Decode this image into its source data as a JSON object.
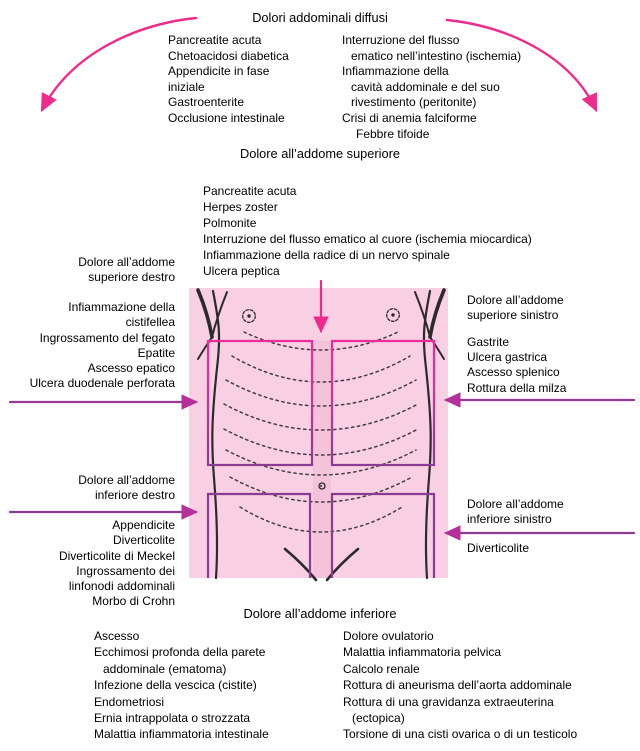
{
  "colors": {
    "magenta": "#ee2a8c",
    "purple": "#8a3b92",
    "arrowhead_violet": "#b5309a",
    "pink_bg": "#f8cfe3",
    "pink_strip": "#f4c3da",
    "line_art": "#2b2b2b",
    "text": "#000000"
  },
  "diffuse": {
    "title": "Dolori addominali diffusi",
    "left": [
      "Pancreatite acuta",
      "Chetoacidosi diabetica",
      "Appendicite in fase",
      "iniziale",
      "Gastroenterite",
      "Occlusione intestinale"
    ],
    "right": [
      "Interruzione del flusso",
      "ematico nell’intestino (ischemia)",
      "Infiammazione della",
      "cavità addominale e del suo",
      "rivestimento (peritonite)",
      "Crisi di anemia falciforme",
      "Febbre tifoide"
    ]
  },
  "upper_center": {
    "title": "Dolore all’addome superiore",
    "causes": [
      "Pancreatite acuta",
      "Herpes zoster",
      "Polmonite",
      "Interruzione del flusso ematico al cuore (ischemia miocardica)",
      "Infiammazione della radice di un nervo spinale",
      "Ulcera peptica"
    ]
  },
  "quadrants": {
    "upper_right": {
      "title": [
        "Dolore all’addome",
        "superiore destro"
      ],
      "causes": [
        "Infiammazione della",
        "cistifellea",
        "Ingrossamento del fegato",
        "Epatite",
        "Ascesso epatico",
        "Ulcera duodenale perforata"
      ]
    },
    "upper_left": {
      "title": [
        "Dolore all’addome",
        "superiore sinistro"
      ],
      "causes": [
        "Gastrite",
        "Ulcera gastrica",
        "Ascesso splenico",
        "Rottura della milza"
      ]
    },
    "lower_right": {
      "title": [
        "Dolore all’addome",
        "inferiore destro"
      ],
      "causes": [
        "Appendicite",
        "Diverticolite",
        "Diverticolite di Meckel",
        "Ingrossamento dei",
        "linfonodi addominali",
        "Morbo di Crohn"
      ]
    },
    "lower_left": {
      "title": [
        "Dolore all’addome",
        "inferiore sinistro"
      ],
      "causes": [
        "Diverticolite"
      ]
    }
  },
  "lower_center": {
    "title": "Dolore all’addome inferiore",
    "left": [
      "Ascesso",
      "Ecchimosi profonda della parete",
      "addominale (ematoma)",
      "Infezione della vescica (cistite)",
      "Endometriosi",
      "Ernia intrappolata o strozzata",
      "Malattia infiammatoria intestinale"
    ],
    "right": [
      "Dolore ovulatorio",
      "Malattia infiammatoria pelvica",
      "Calcolo renale",
      "Rottura di aneurisma dell’aorta addominale",
      "Rottura di una gravidanza extraeuterina",
      "(ectopica)",
      "Torsione di una cisti ovarica o di un testicolo"
    ]
  }
}
